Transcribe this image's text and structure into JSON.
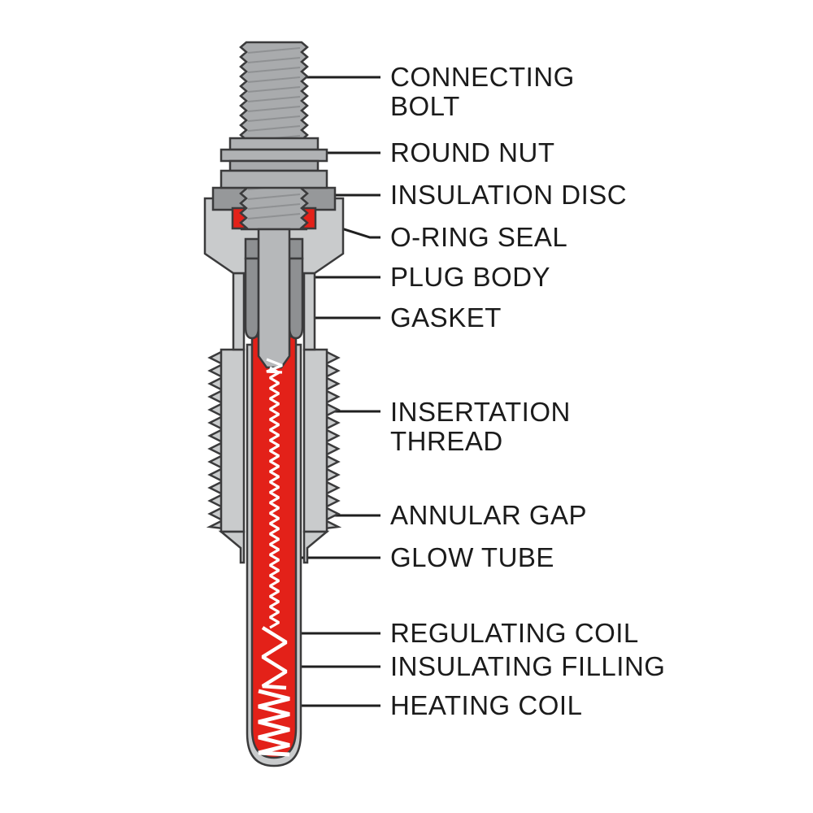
{
  "labels": [
    {
      "id": "connecting-bolt",
      "text": "CONNECTING BOLT"
    },
    {
      "id": "round-nut",
      "text": "ROUND NUT"
    },
    {
      "id": "insulation-disc",
      "text": "INSULATION DISC"
    },
    {
      "id": "o-ring-seal",
      "text": "O-RING SEAL"
    },
    {
      "id": "plug-body",
      "text": "PLUG BODY"
    },
    {
      "id": "gasket",
      "text": "GASKET"
    },
    {
      "id": "insertation-thread",
      "text": "INSERTATION THREAD"
    },
    {
      "id": "annular-gap",
      "text": "ANNULAR GAP"
    },
    {
      "id": "glow-tube",
      "text": "GLOW TUBE"
    },
    {
      "id": "regulating-coil",
      "text": "REGULATING COIL"
    },
    {
      "id": "insulating-filling",
      "text": "INSULATING FILLING"
    },
    {
      "id": "heating-coil",
      "text": "HEATING COIL"
    }
  ],
  "colors": {
    "filling_red": "#e32119",
    "metal_light": "#c9cbcc",
    "metal_mid": "#b0b2b4",
    "metal_dark": "#8e9092",
    "outline": "#3b3b3c",
    "coil_white": "#ffffff",
    "label_text": "#1b1b1b"
  }
}
